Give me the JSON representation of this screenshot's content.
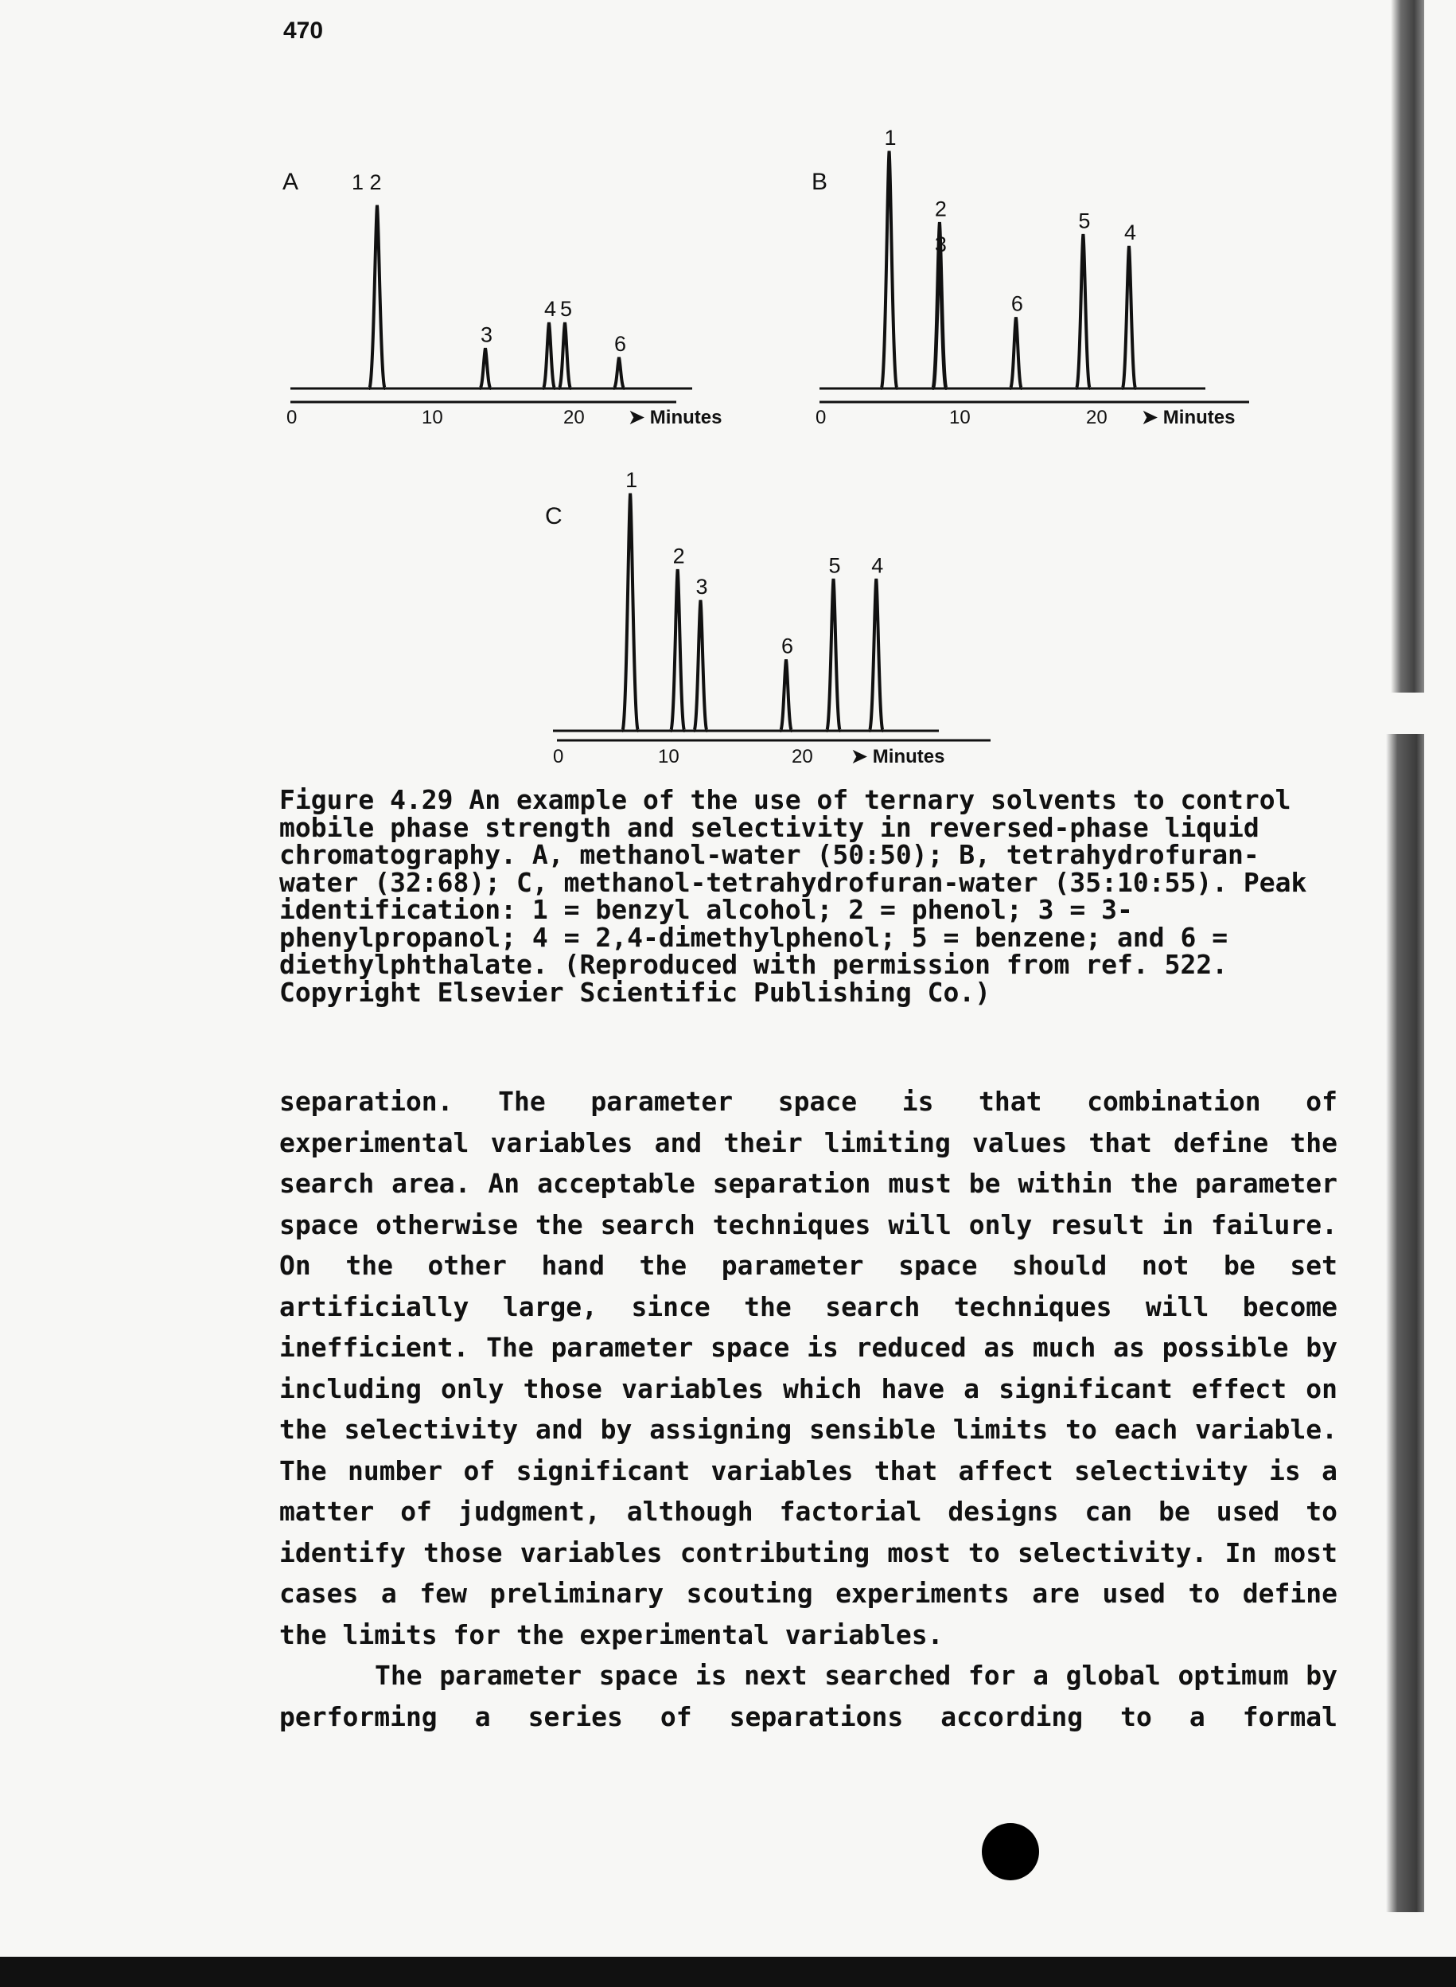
{
  "page_number": "470",
  "figure": {
    "panels": [
      {
        "id": "A",
        "label": "A",
        "top_label": "1 2",
        "peaks": [
          {
            "label": "3",
            "x": 12,
            "height": 0.22
          },
          {
            "label": "4",
            "x": 16,
            "height": 0.36
          },
          {
            "label": "5",
            "x": 17,
            "height": 0.36
          },
          {
            "label": "6",
            "x": 20.4,
            "height": 0.17
          }
        ],
        "main_peak": {
          "x": 5.2,
          "height": 1.0
        },
        "ticks": [
          "0",
          "10",
          "20"
        ],
        "axis_label": "Minutes"
      },
      {
        "id": "B",
        "label": "B",
        "peaks": [
          {
            "label": "1",
            "x": 4.3,
            "height": 1.0
          },
          {
            "label": "2",
            "x": 7.6,
            "height": 0.7
          },
          {
            "label": "3",
            "x": 7.6,
            "height": 0.55
          },
          {
            "label": "6",
            "x": 12.6,
            "height": 0.3
          },
          {
            "label": "5",
            "x": 17.0,
            "height": 0.65
          },
          {
            "label": "4",
            "x": 20.0,
            "height": 0.6
          }
        ],
        "ticks": [
          "0",
          "10",
          "20"
        ],
        "axis_label": "Minutes"
      },
      {
        "id": "C",
        "label": "C",
        "peaks": [
          {
            "label": "1",
            "x": 4.8,
            "height": 1.0
          },
          {
            "label": "2",
            "x": 7.9,
            "height": 0.68
          },
          {
            "label": "3",
            "x": 9.4,
            "height": 0.55
          },
          {
            "label": "6",
            "x": 15.0,
            "height": 0.3
          },
          {
            "label": "5",
            "x": 18.1,
            "height": 0.64
          },
          {
            "label": "4",
            "x": 20.9,
            "height": 0.64
          }
        ],
        "ticks": [
          "0",
          "10",
          "20"
        ],
        "axis_label": "Minutes"
      }
    ]
  },
  "caption": "Figure 4.29 An example of the use of ternary solvents to control\nmobile phase strength and selectivity in reversed-phase liquid\nchromatography. A, methanol-water (50:50); B, tetrahydrofuran-\nwater (32:68); C, methanol-tetrahydrofuran-water (35:10:55). Peak\nidentification: 1 = benzyl alcohol; 2 = phenol; 3 = 3-\nphenylpropanol; 4 = 2,4-dimethylphenol; 5 = benzene; and 6 =\ndiethylphthalate. (Reproduced with permission from ref. 522.\nCopyright Elsevier Scientific Publishing Co.)",
  "body": {
    "paragraph1": "separation. The parameter space is that combination of experimental variables and their limiting values that define the search area. An acceptable separation must be within the parameter space otherwise the search techniques will only result in failure. On the other hand the parameter space should not be set artificially large, since the search techniques will become inefficient. The parameter space is reduced as much as possible by including only those variables which have a significant effect on the selectivity and by assigning sensible limits to each variable. The number of significant variables that affect selectivity is a matter of judgment, although factorial designs can be used to identify those variables contributing most to selectivity. In most cases a few preliminary scouting experiments are used to define the limits for the experimental variables.",
    "paragraph2": "The parameter space is next searched for a global optimum by performing a series of separations according to a formal"
  }
}
